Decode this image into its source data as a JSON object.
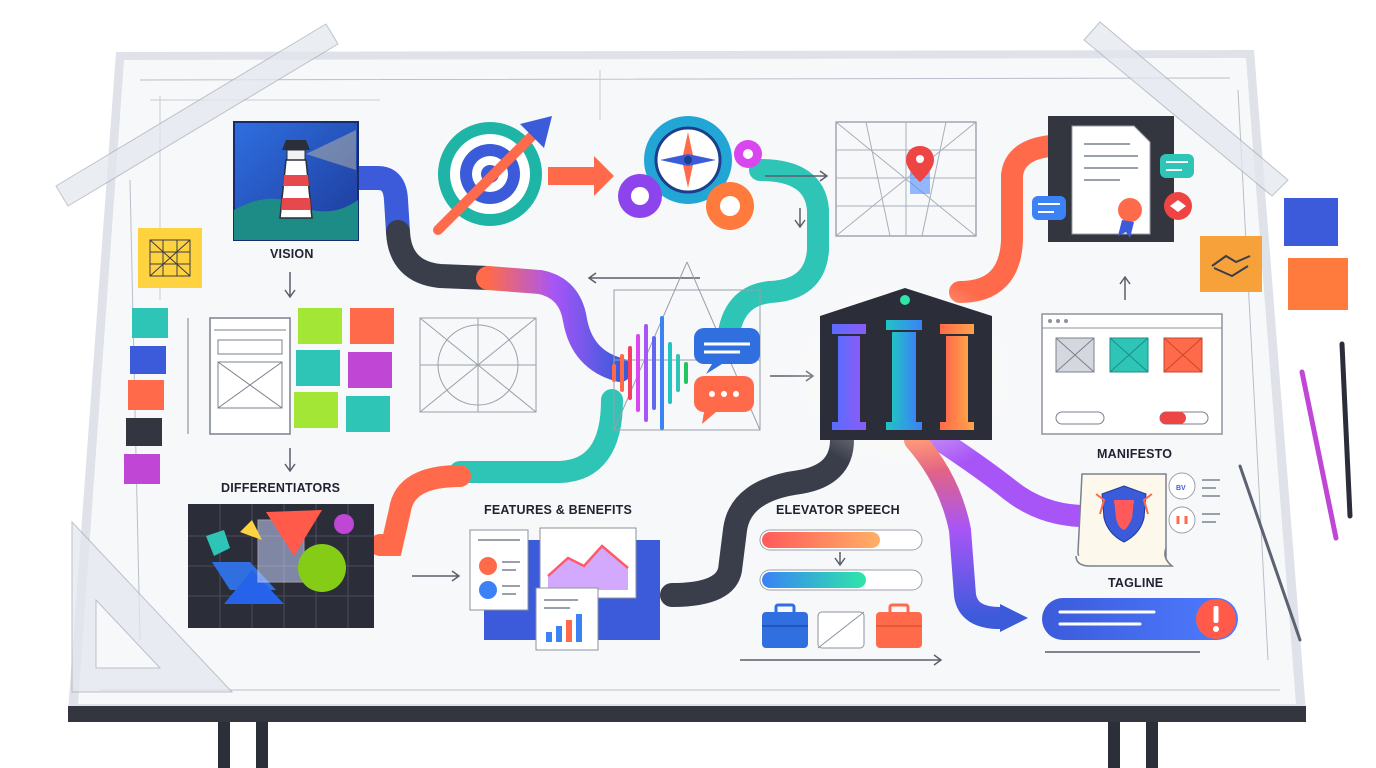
{
  "labels": {
    "vision": "VISION",
    "differentiators": "DIFFERENTIATORS",
    "features_benefits": "FEATURES & BENEFITS",
    "elevator_speech": "ELEVATOR SPEECH",
    "manifesto": "MANIFESTO",
    "tagline": "TAGLINE"
  },
  "icons": [
    "lighthouse-icon",
    "target-arrow-icon",
    "compass-gears-icon",
    "map-pin-grid-icon",
    "document-certificate-icon",
    "handshake-icon",
    "brand-pillars-icon",
    "soundwave-icon",
    "chat-bubbles-icon",
    "shield-crest-icon",
    "briefcase-icon",
    "alert-icon",
    "chart-icon"
  ],
  "colors": {
    "blue": "#3b5bdb",
    "teal": "#2ec4b6",
    "coral": "#ff6b4a",
    "purple": "#8e44ec",
    "dark": "#3a3d4a",
    "orange": "#f7a13b",
    "green": "#a3e635",
    "magenta": "#c046d6"
  }
}
